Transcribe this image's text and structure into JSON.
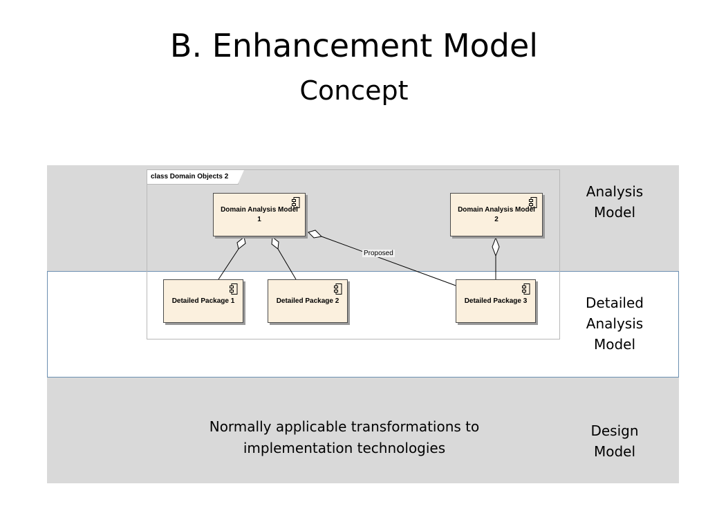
{
  "slide": {
    "title": "B. Enhancement Model",
    "subtitle": "Concept"
  },
  "bands": {
    "analysis_label_line1": "Analysis",
    "analysis_label_line2": "Model",
    "detailed_label_line1": "Detailed",
    "detailed_label_line2": "Analysis",
    "detailed_label_line3": "Model",
    "design_label_line1": "Design",
    "design_label_line2": "Model",
    "design_text_line1": "Normally applicable transformations to",
    "design_text_line2": "implementation technologies"
  },
  "diagram": {
    "frame_title": "class Domain Objects 2",
    "components": {
      "dam1_line1": "Domain Analysis Model",
      "dam1_line2": "1",
      "dam2_line1": "Domain Analysis Model",
      "dam2_line2": "2",
      "dp1": "Detailed Package 1",
      "dp2": "Detailed Package 2",
      "dp3": "Detailed Package 3"
    },
    "link_label": "Proposed"
  },
  "colors": {
    "band_gray": "#d9d9d9",
    "component_fill": "#fbf0de",
    "band_border": "#6a8eb0"
  }
}
